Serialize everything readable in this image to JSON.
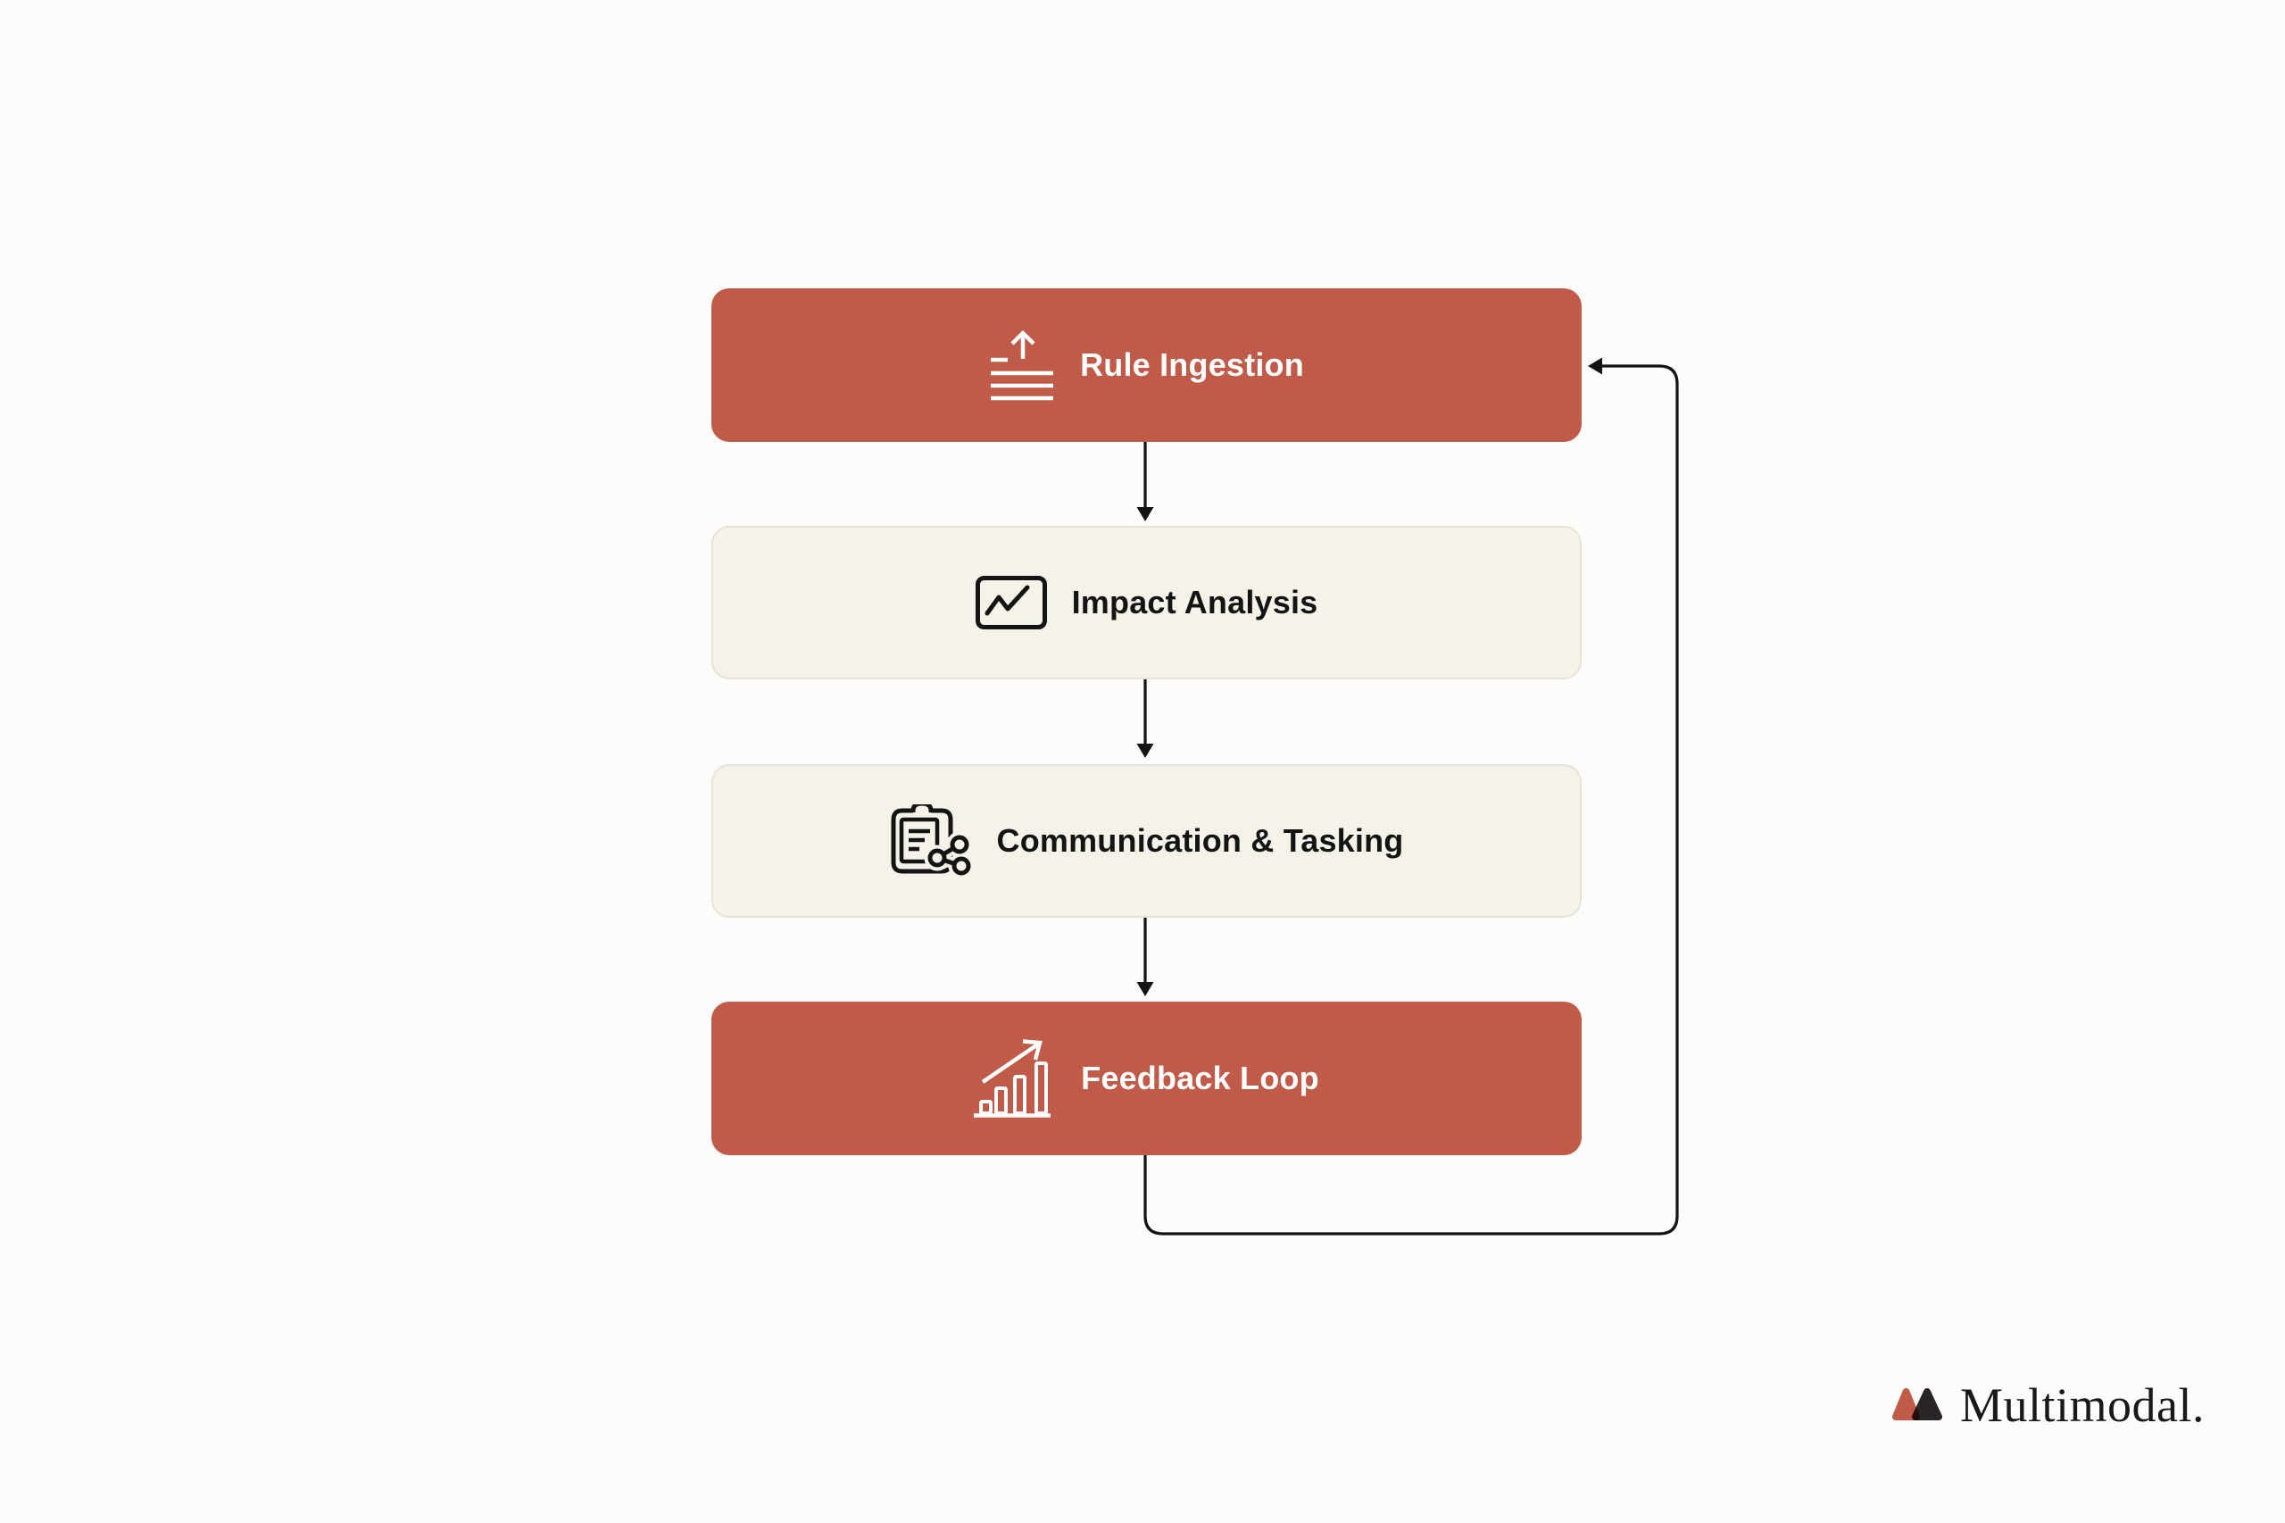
{
  "page": {
    "background": "#FDFCFA"
  },
  "flow": {
    "steps": [
      {
        "id": "rule-ingestion",
        "label": "Rule Ingestion",
        "variant": "accent",
        "icon": "upload-lines-icon"
      },
      {
        "id": "impact-analysis",
        "label": "Impact Analysis",
        "variant": "light",
        "icon": "line-chart-icon"
      },
      {
        "id": "communication-tasking",
        "label": "Communication & Tasking",
        "variant": "light",
        "icon": "clipboard-share-icon"
      },
      {
        "id": "feedback-loop",
        "label": "Feedback Loop",
        "variant": "accent",
        "icon": "bar-chart-growth-icon"
      }
    ],
    "colors": {
      "accent": "#C05A49",
      "accent_text": "#FFFFFF",
      "light": "#F5F2E9",
      "light_border": "#E7E3D5",
      "light_text": "#141414",
      "connector": "#141414"
    }
  },
  "branding": {
    "name": "Multimodal.",
    "text_color": "#1B1818",
    "mark": {
      "left": "#C05A49",
      "right": "#2A2425"
    }
  }
}
